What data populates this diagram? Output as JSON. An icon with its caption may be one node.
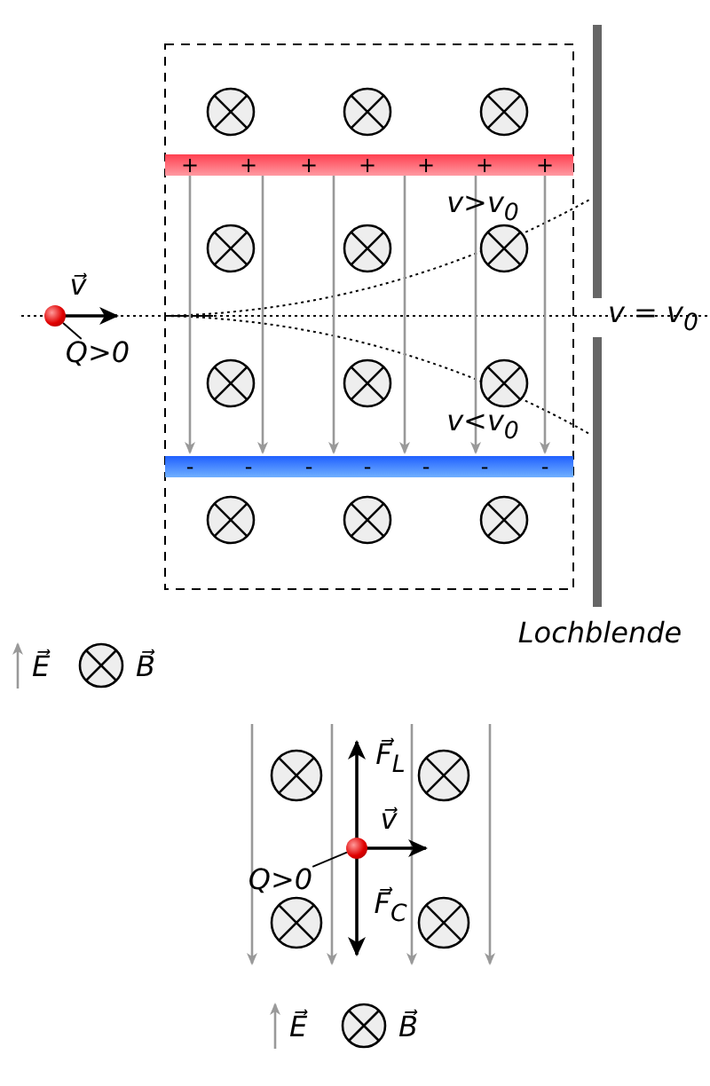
{
  "diagram": {
    "nodes": [
      {
        "text": [],
        "shape": "circle"
      },
      {
        "text": [
          "Q>0"
        ]
      },
      {
        "text": [],
        "shape": "circle"
      },
      {
        "text": [
          "Q>0"
        ]
      }
    ],
    "edges": [
      {
        "from": 1,
        "to": 0,
        "arrow": "none"
      },
      {
        "from": 3,
        "to": 2,
        "arrow": "none"
      }
    ],
    "labels": [
      "+",
      "+",
      "+",
      "+",
      "+",
      "+",
      "+",
      "v>v$_{0}$",
      "v⃗",
      "v = v$_{0}$",
      "v<v$_{0}$",
      "-",
      "-",
      "-",
      "-",
      "-",
      "-",
      "-",
      "Lochblende",
      "F⃗$_{L}$",
      "v⃗",
      "F⃗$_{C}$"
    ],
    "legend": [
      {
        "text": "E⃗"
      },
      {
        "text": "B⃗"
      },
      {
        "text": "E⃗"
      },
      {
        "text": "B⃗"
      }
    ]
  }
}
